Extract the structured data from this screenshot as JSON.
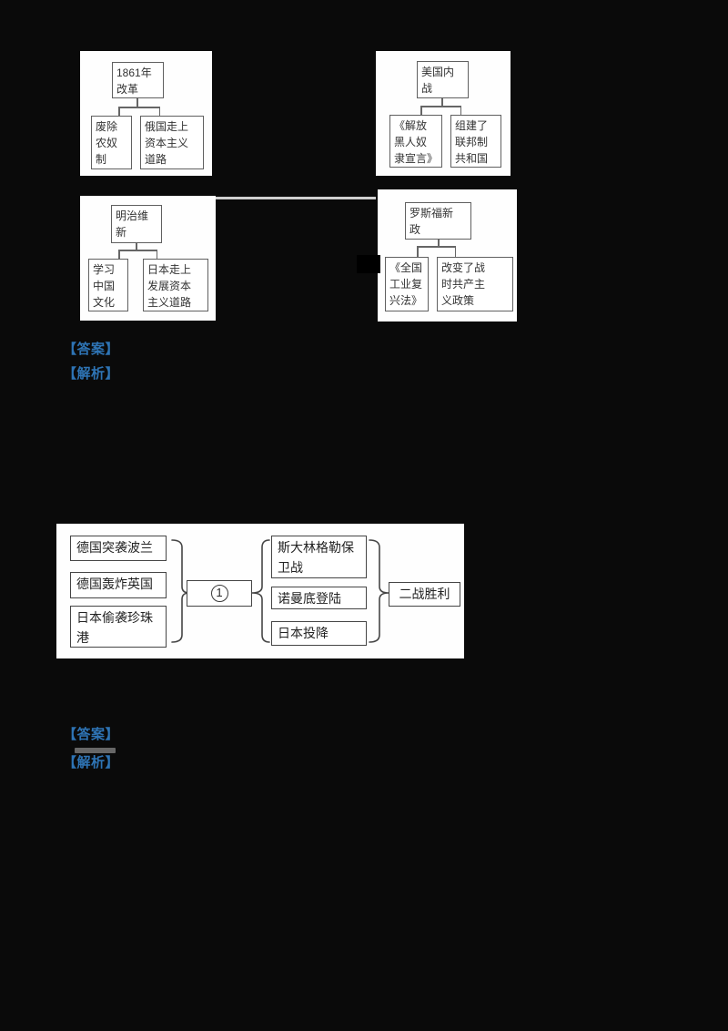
{
  "meta": {
    "background_color": "#0a0a0a",
    "panel_color": "#fefefe",
    "accent_blue": "#2E74B5",
    "box_border_color": "#555555"
  },
  "mini_charts": [
    {
      "id": "reform-1861",
      "root": "1861年\n改革",
      "left_child": "废除\n农奴\n制",
      "right_child": "俄国走上\n资本主义\n道路"
    },
    {
      "id": "us-civil-war",
      "root": "美国内\n战",
      "left_child": "《解放\n黑人奴\n隶宣言》",
      "right_child": "组建了\n联邦制\n共和国"
    },
    {
      "id": "meiji-restoration",
      "root": "明治维\n新",
      "left_child": "学习\n中国\n文化",
      "right_child": "日本走上\n发展资本\n主义道路"
    },
    {
      "id": "roosevelt-new-deal",
      "root": "罗斯福新\n政",
      "left_child": "《全国\n工业复\n兴法》",
      "right_child": "改变了战\n时共产主\n义政策"
    }
  ],
  "answer_block_1": {
    "answer_label": "【答案】",
    "analysis_label": "【解析】"
  },
  "ww2_chart": {
    "causes": [
      "德国突袭波兰",
      "德国轰炸英国",
      "日本偷袭珍珠\n港"
    ],
    "center_node": "1",
    "events": [
      "斯大林格勒保\n卫战",
      "诺曼底登陆",
      "日本投降"
    ],
    "outcome": "二战胜利"
  },
  "answer_block_2": {
    "answer_label": "【答案】",
    "analysis_label": "【解析】"
  }
}
